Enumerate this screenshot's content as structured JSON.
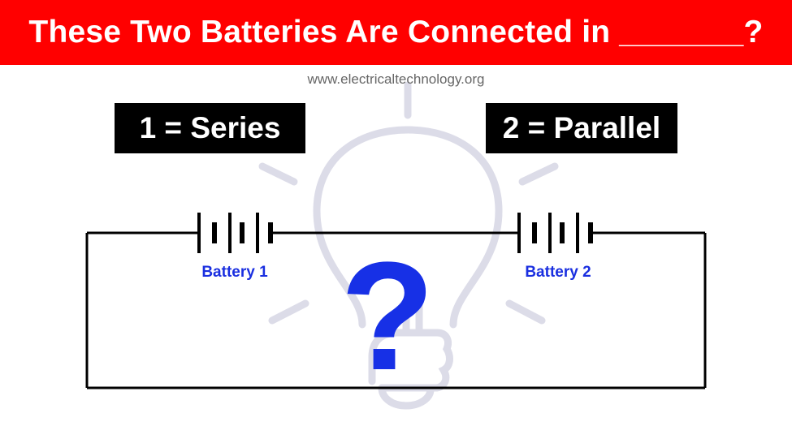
{
  "header": {
    "title": "These Two Batteries Are Connected in _______?"
  },
  "watermark": "www.electricaltechnology.org",
  "options": [
    {
      "label": "1 = Series"
    },
    {
      "label": "2 = Parallel"
    }
  ],
  "batteries": [
    {
      "label": "Battery 1"
    },
    {
      "label": "Battery 2"
    }
  ],
  "question_mark": "?",
  "colors": {
    "header_bg": "#ff0000",
    "label_blue": "#1a2fe0",
    "bulb_gray": "#dcdce8"
  },
  "icons": [
    "light-bulb-icon",
    "battery-symbol-icon",
    "question-mark-icon"
  ]
}
